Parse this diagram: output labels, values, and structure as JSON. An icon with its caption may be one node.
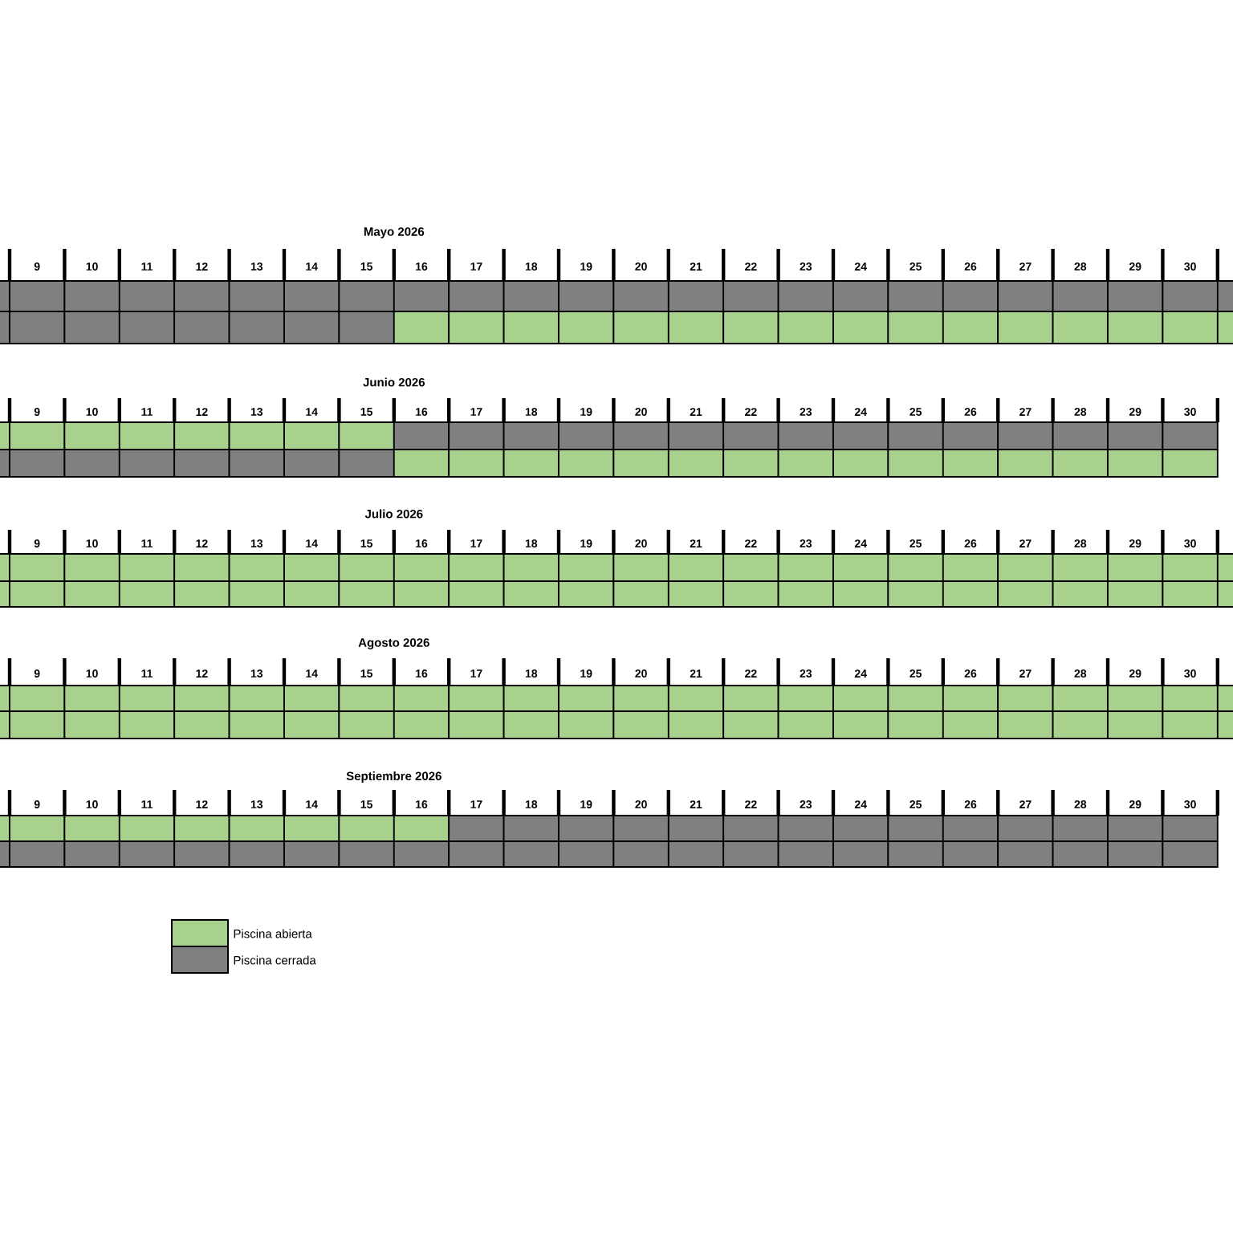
{
  "diagram": {
    "labels": [
      "Mayo 2026",
      "9",
      "10",
      "11",
      "12",
      "13",
      "14",
      "15",
      "16",
      "17",
      "18",
      "19",
      "20",
      "21",
      "22",
      "23",
      "24",
      "25",
      "26",
      "27",
      "28",
      "29",
      "30",
      "Junio 2026",
      "9",
      "10",
      "11",
      "12",
      "13",
      "14",
      "15",
      "16",
      "17",
      "18",
      "19",
      "20",
      "21",
      "22",
      "23",
      "24",
      "25",
      "26",
      "27",
      "28",
      "29",
      "30",
      "Julio 2026",
      "9",
      "10",
      "11",
      "12",
      "13",
      "14",
      "15",
      "16",
      "17",
      "18",
      "19",
      "20",
      "21",
      "22",
      "23",
      "24",
      "25",
      "26",
      "27",
      "28",
      "29",
      "30",
      "Agosto 2026",
      "9",
      "10",
      "11",
      "12",
      "13",
      "14",
      "15",
      "16",
      "17",
      "18",
      "19",
      "20",
      "21",
      "22",
      "23",
      "24",
      "25",
      "26",
      "27",
      "28",
      "29",
      "30",
      "Septiembre 2026",
      "9",
      "10",
      "11",
      "12",
      "13",
      "14",
      "15",
      "16",
      "17",
      "18",
      "19",
      "20",
      "21",
      "22",
      "23",
      "24",
      "25",
      "26",
      "27",
      "28",
      "29",
      "30"
    ],
    "legend": [
      {
        "text": "Piscina abierta",
        "color": "#a9d18e"
      },
      {
        "text": "Piscina cerrada",
        "color": "#808080"
      }
    ]
  }
}
